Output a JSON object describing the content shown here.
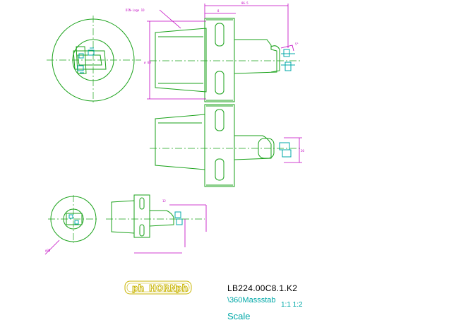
{
  "title_block": {
    "part_number": "LB224.00C8.1.K2",
    "scale_note": "\\360Massstab",
    "scale_values": "1:1 1:2",
    "scale_label": "Scale"
  },
  "logo": {
    "brand": "HORN",
    "side_marks": "ph",
    "color": "#c8b400"
  },
  "annotations": {
    "leader_text": "DIN-Lage 1D"
  },
  "colors": {
    "outline": "#1aa21a",
    "dimension": "#c000c0",
    "insert": "#00a8a8",
    "text": "#000000"
  }
}
